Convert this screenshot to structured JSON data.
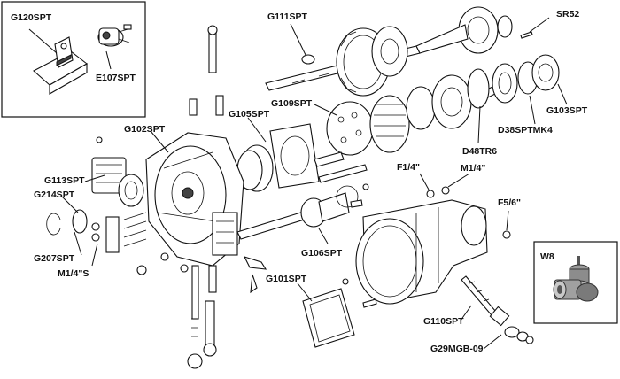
{
  "diagram": {
    "labels": {
      "g120spt": "G120SPT",
      "e107spt": "E107SPT",
      "g111spt": "G111SPT",
      "sr52": "SR52",
      "g109spt": "G109SPT",
      "g103spt": "G103SPT",
      "d38sptmk4": "D38SPTMK4",
      "g102spt": "G102SPT",
      "g105spt": "G105SPT",
      "d48tr6": "D48TR6",
      "f1_4": "F1/4\"",
      "m1_4": "M1/4\"",
      "g113spt": "G113SPT",
      "g214spt": "G214SPT",
      "f5_6": "F5/6\"",
      "g207spt": "G207SPT",
      "m1_4s": "M1/4\"S",
      "g106spt": "G106SPT",
      "w8": "W8",
      "g101spt": "G101SPT",
      "g110spt": "G110SPT",
      "g29mgb09": "G29MGB-09"
    }
  }
}
